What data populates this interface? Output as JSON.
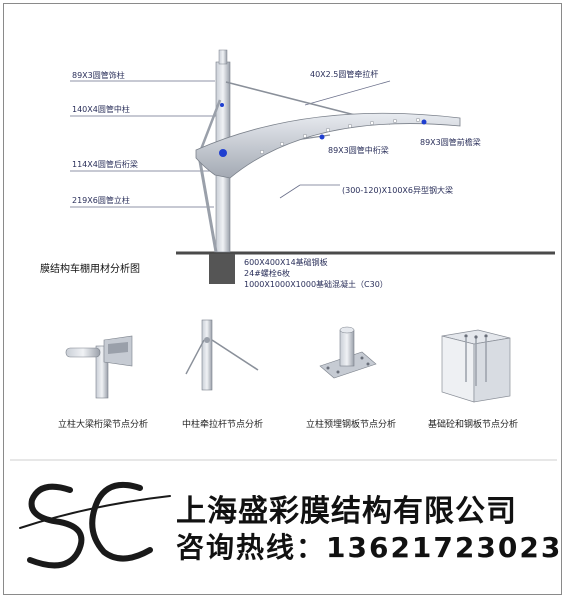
{
  "diagram": {
    "title": "膜结构车棚用材分析图",
    "labels": {
      "decor_column": "89X3圆管饰柱",
      "tie_rod": "40X2.5圆管牵拉杆",
      "mid_column": "140X4圆管中柱",
      "eave_beam": "89X3圆管前檐梁",
      "mid_purlin": "89X3圆管中桁梁",
      "back_purlin": "114X4圆管后桁梁",
      "main_beam": "(300-120)X100X6异型钢大梁",
      "post": "219X6圆管立柱"
    },
    "foundation": [
      "600X400X14基础钢板",
      "24#螺栓6枚",
      "1000X1000X1000基础混凝土（C30）"
    ]
  },
  "details": [
    {
      "caption": "立柱大梁桁梁节点分析"
    },
    {
      "caption": "中柱牵拉杆节点分析"
    },
    {
      "caption": "立柱预埋钢板节点分析"
    },
    {
      "caption": "基础砼和钢板节点分析"
    }
  ],
  "banner": {
    "logo_text": "SC",
    "company": "上海盛彩膜结构有限公司",
    "hotline": "咨询热线：13621723023"
  },
  "colors": {
    "label_text": "#2a2f5a",
    "beam": "#9aa0aa",
    "node": "#1f3fd0",
    "ground": "#5a5a5a"
  }
}
